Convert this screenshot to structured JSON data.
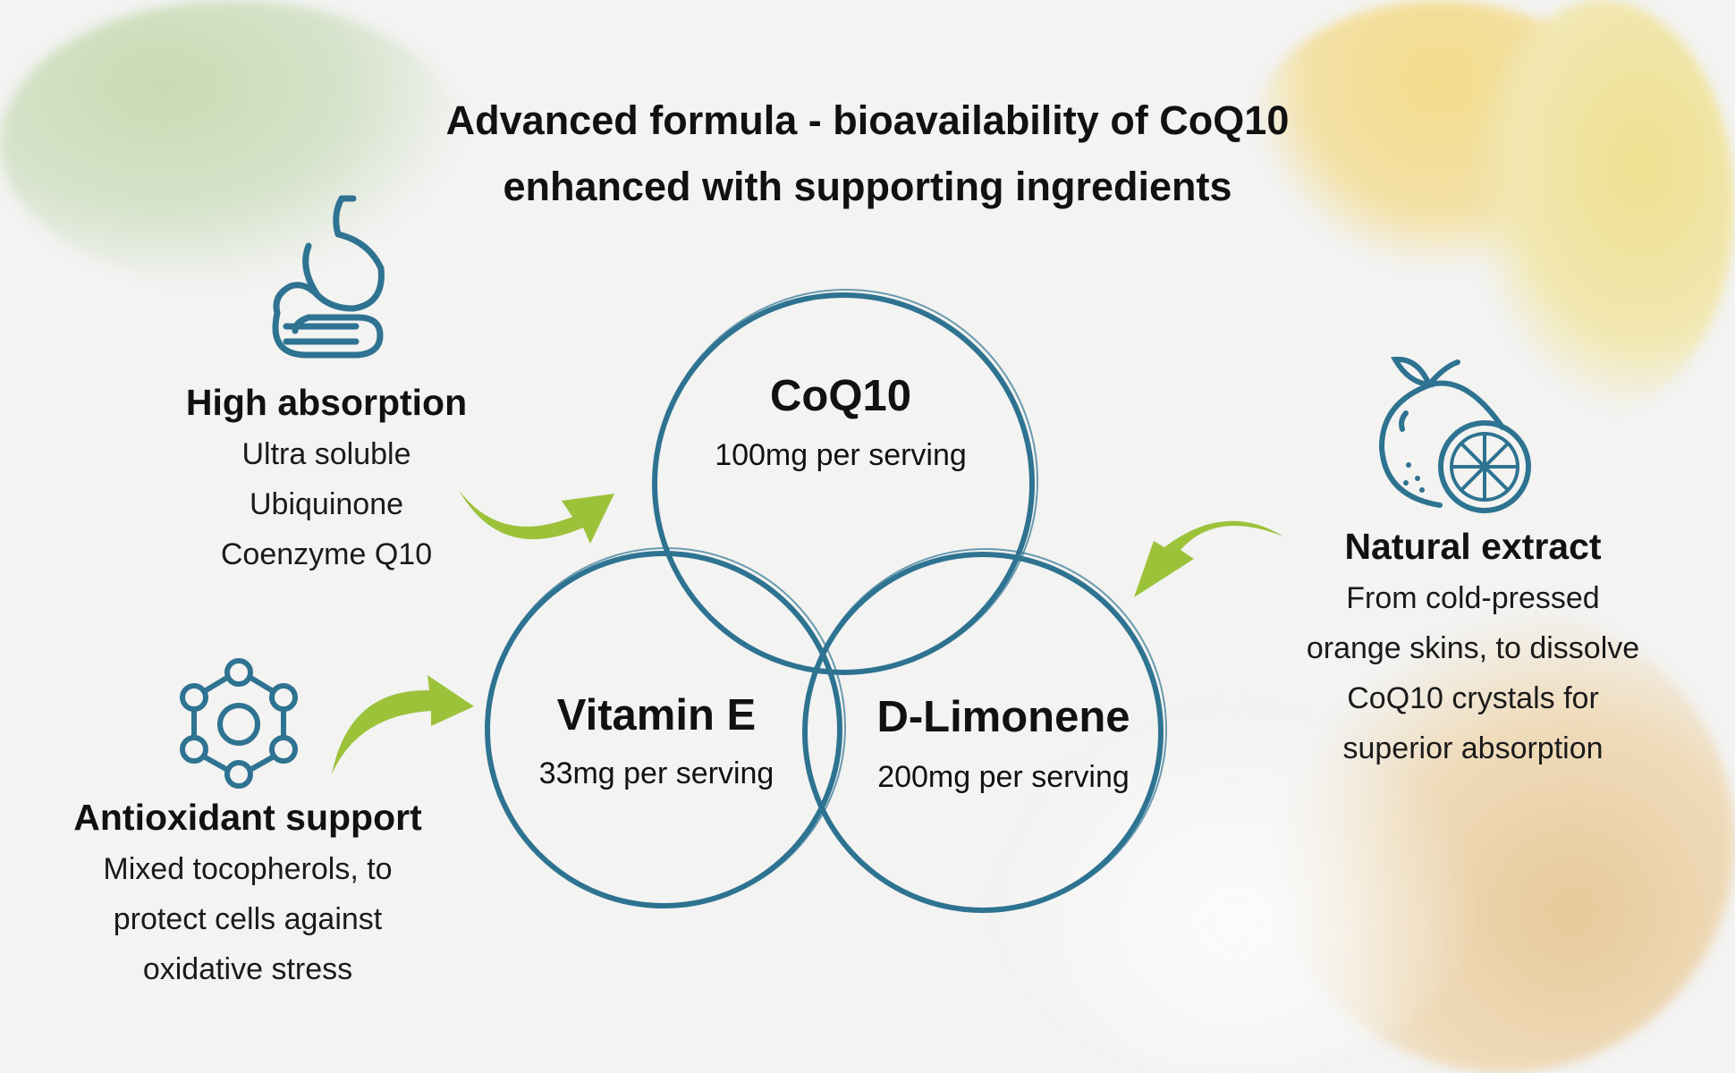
{
  "title": {
    "line1": "Advanced formula - bioavailability of CoQ10",
    "line2": "enhanced with supporting ingredients"
  },
  "circles": [
    {
      "name": "CoQ10",
      "amount": "100mg per serving"
    },
    {
      "name": "Vitamin E",
      "amount": "33mg per serving"
    },
    {
      "name": "D-Limonene",
      "amount": "200mg per serving"
    }
  ],
  "features": {
    "absorption": {
      "icon": "stomach-icon",
      "heading": "High absorption",
      "lines": [
        "Ultra soluble",
        "Ubiquinone",
        "Coenzyme Q10"
      ]
    },
    "antioxidant": {
      "icon": "molecule-icon",
      "heading": "Antioxidant support",
      "lines": [
        "Mixed tocopherols, to",
        "protect cells against",
        "oxidative stress"
      ]
    },
    "natural": {
      "icon": "orange-icon",
      "heading": "Natural extract",
      "lines": [
        "From cold-pressed",
        "orange skins, to dissolve",
        "CoQ10 crystals for",
        "superior absorption"
      ]
    }
  },
  "colors": {
    "teal": "#2e7391",
    "green": "#9cc23a"
  }
}
